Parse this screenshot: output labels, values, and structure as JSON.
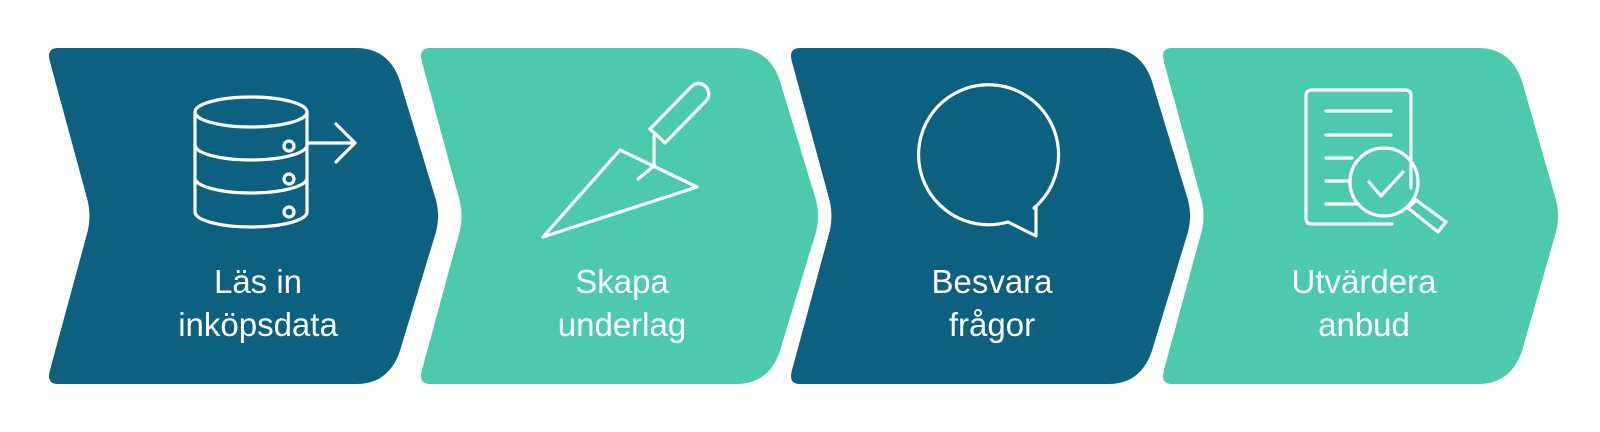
{
  "colors": {
    "dark": "#0d6080",
    "light": "#4dc9ad",
    "text": "#ffffff"
  },
  "steps": [
    {
      "lines": [
        "Läs in",
        "inköpsdata"
      ],
      "icon": "database-export-icon",
      "color": "dark"
    },
    {
      "lines": [
        "Skapa",
        "underlag"
      ],
      "icon": "trowel-icon",
      "color": "light"
    },
    {
      "lines": [
        "Besvara",
        "frågor"
      ],
      "icon": "speech-bubble-icon",
      "color": "dark"
    },
    {
      "lines": [
        "Utvärdera",
        "anbud"
      ],
      "icon": "document-check-magnifier-icon",
      "color": "light"
    }
  ]
}
